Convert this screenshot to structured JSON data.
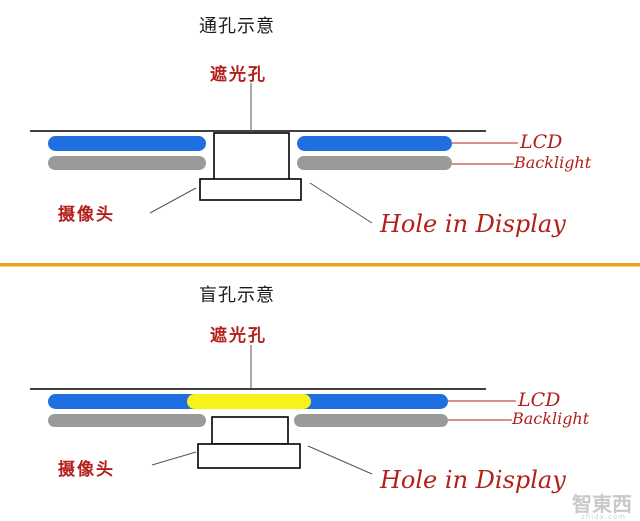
{
  "top": {
    "title": "通孔示意",
    "aperture_label": "遮光孔",
    "lcd_label": "LCD",
    "backlight_label": "Backlight",
    "camera_label": "摄像头",
    "hole_label": "Hole in Display"
  },
  "bottom": {
    "title": "盲孔示意",
    "aperture_label": "遮光孔",
    "lcd_label": "LCD",
    "backlight_label": "Backlight",
    "camera_label": "摄像头",
    "hole_label": "Hole in Display"
  },
  "watermark": {
    "logo": "智東西",
    "sub": "zhidx.com"
  },
  "colors": {
    "lcd": "#1f6fe0",
    "backlight": "#9a9a9a",
    "blind_hole_fill": "#f6f21a",
    "divider": "#f0a31a",
    "annotation": "#b3201c"
  }
}
